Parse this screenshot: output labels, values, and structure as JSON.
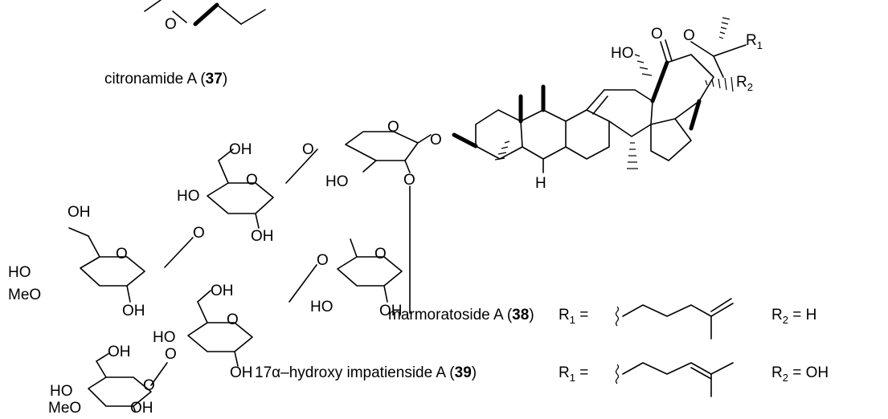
{
  "atoms": {
    "o_top_fragment": "O",
    "ho_lactone": "HO",
    "o_lactone_carbonyl": "O",
    "o_lactone_ring": "O",
    "r1": "R",
    "r1_sub": "1",
    "r2": "R",
    "r2_sub": "2",
    "o_glycosidic_aglycone": "O",
    "h_ring": "H",
    "o_xyl_ring": "O",
    "o_xyl_1": "O",
    "o_xyl_2": "O",
    "ho_xyl": "HO",
    "oh_glc1": "OH",
    "ho_glc1": "HO",
    "o_glc1_ring": "O",
    "oh_glc1_b": "OH",
    "o_glc1_link": "O",
    "oh_mglc1": "OH",
    "o_mglc1_ring": "O",
    "ho_mglc1": "HO",
    "meo_mglc1": "MeO",
    "oh_mglc1_b": "OH",
    "o_qui_link": "O",
    "o_qui_ring": "O",
    "ho_qui": "HO",
    "oh_qui": "OH",
    "oh_glc2": "OH",
    "o_glc2_ring": "O",
    "ho_glc2": "HO",
    "o_glc2_link": "O",
    "oh_glc2_b": "OH",
    "oh_mglc2": "OH",
    "o_mglc2_ring": "O",
    "ho_mglc2": "HO",
    "meo_mglc2": "MeO",
    "oh_mglc2_b": "OH"
  },
  "compounds": {
    "c37_name": "citronamide A (",
    "c37_num": "37",
    "c37_close": ")",
    "c38_name": "marmoratoside A (",
    "c38_num": "38",
    "c38_close": ")",
    "c38_r1": "R",
    "c38_r1_sub": "1",
    "c38_eq": " =",
    "c38_r2_text": "R",
    "c38_r2_sub": "2",
    "c38_r2_val": " = H",
    "c39_prefix": "17",
    "c39_alpha": "α",
    "c39_name": "–hydroxy impatienside A (",
    "c39_num": "39",
    "c39_close": ")",
    "c39_r1": "R",
    "c39_r1_sub": "1",
    "c39_eq": " =",
    "c39_r2_text": "R",
    "c39_r2_sub": "2",
    "c39_r2_val": " = OH"
  }
}
